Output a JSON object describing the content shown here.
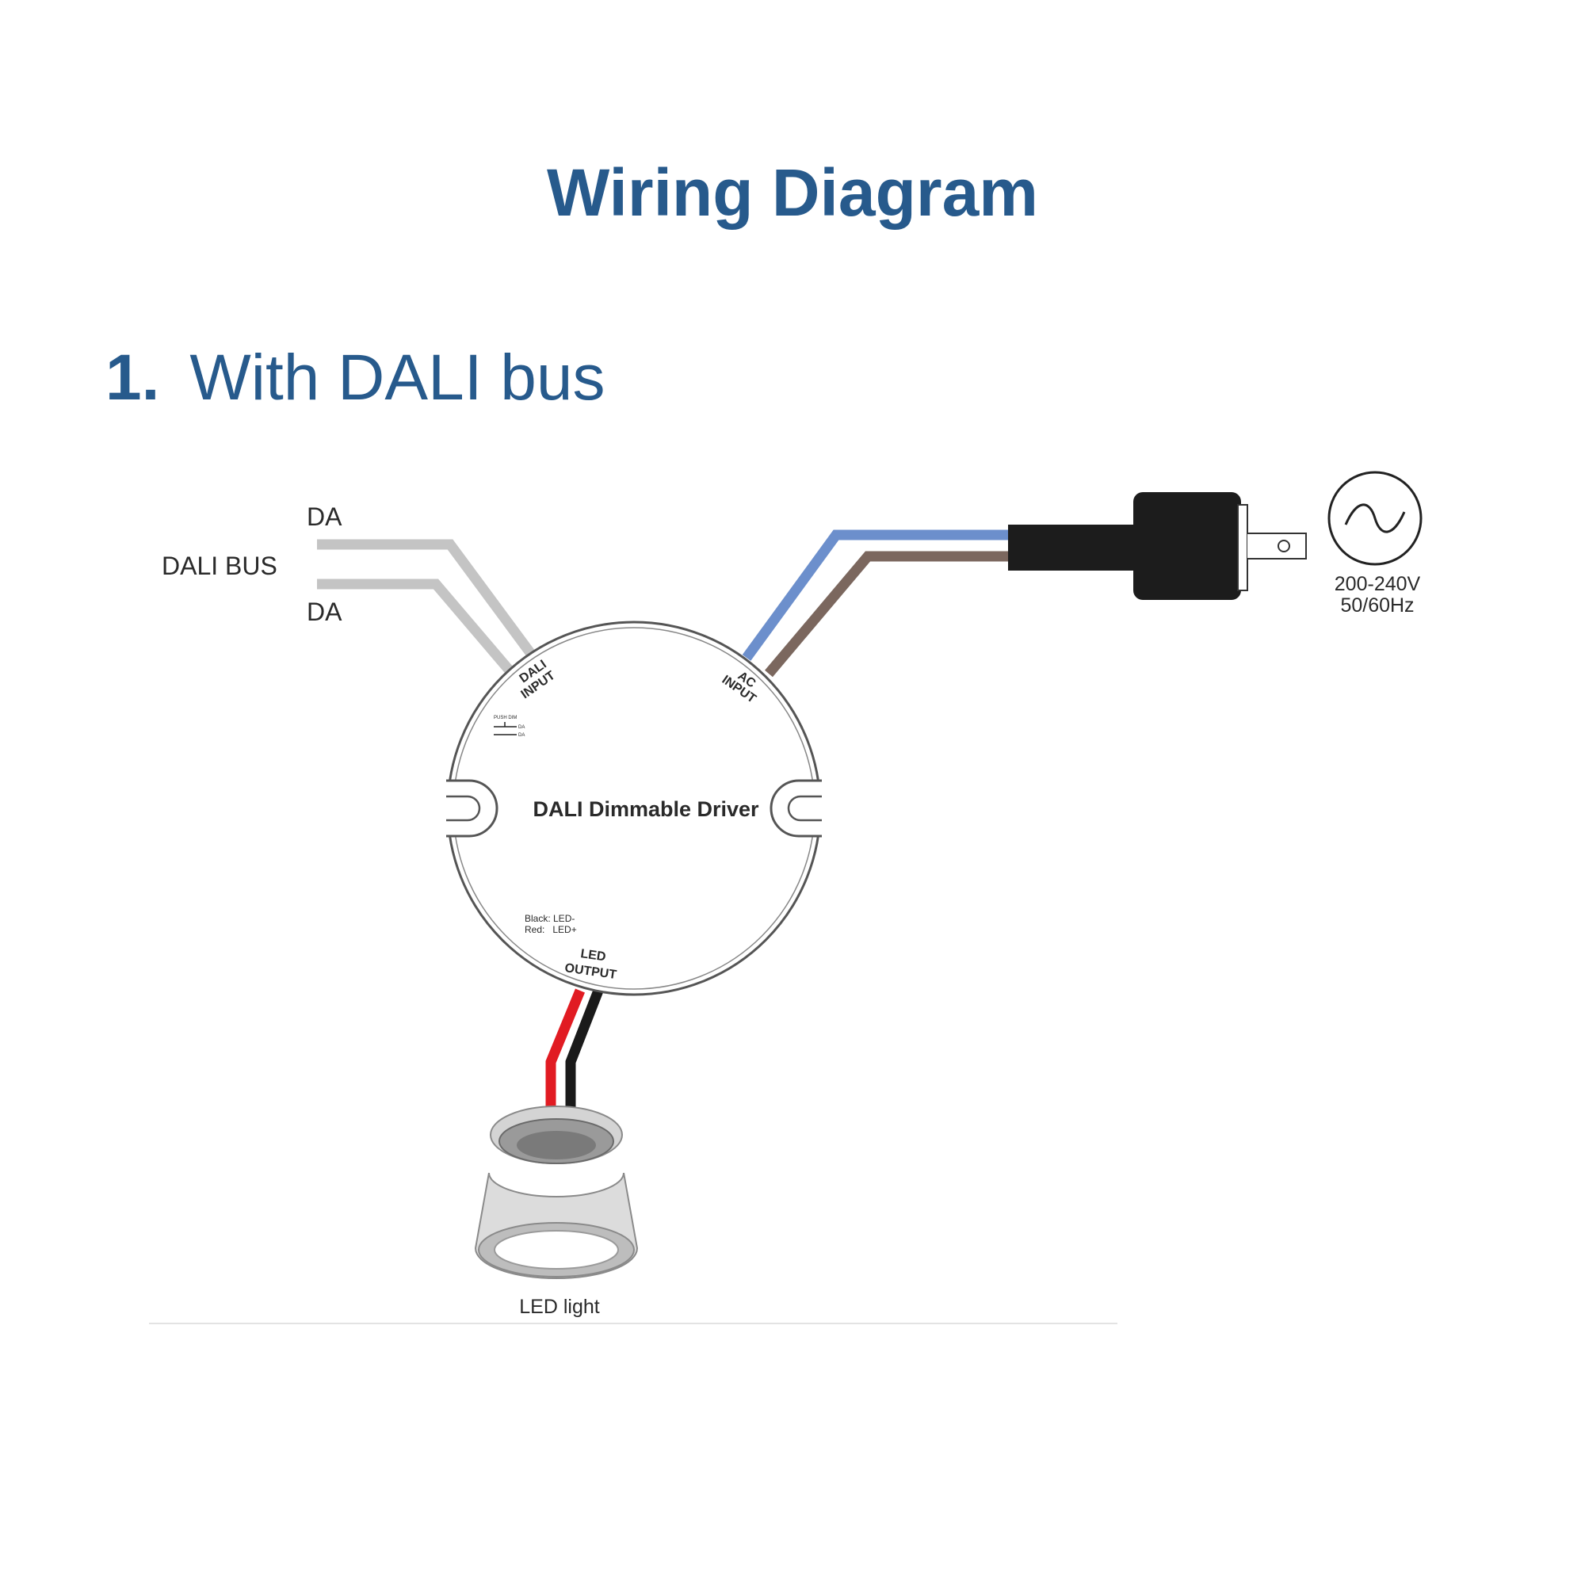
{
  "page": {
    "title": "Wiring Diagram",
    "section_number": "1.",
    "section_title": "With DALI bus"
  },
  "diagram": {
    "dali_bus_label": "DALI BUS",
    "da_top_label": "DA",
    "da_bottom_label": "DA",
    "driver_label": "DALI Dimmable Driver",
    "dali_input_label_1": "DALI",
    "dali_input_label_2": "INPUT",
    "ac_input_label_1": "AC",
    "ac_input_label_2": "INPUT",
    "led_output_label_1": "LED",
    "led_output_label_2": "OUTPUT",
    "wire_legend_black": "Black: LED-",
    "wire_legend_red": "Red:   LED+",
    "push_dim_label": "PUSH DIM",
    "push_dim_da_1": "DA",
    "push_dim_da_2": "DA",
    "voltage_label": "200-240V",
    "frequency_label": "50/60Hz",
    "led_light_label": "LED light",
    "colors": {
      "heading": "#275a8c",
      "dali_wire": "#c4c4c4",
      "ac_live_wire": "#6c8fcc",
      "ac_neutral_wire": "#7b675e",
      "led_plus_wire": "#e11b22",
      "led_minus_wire": "#1a1a1a",
      "plug_body": "#1c1c1c"
    }
  }
}
